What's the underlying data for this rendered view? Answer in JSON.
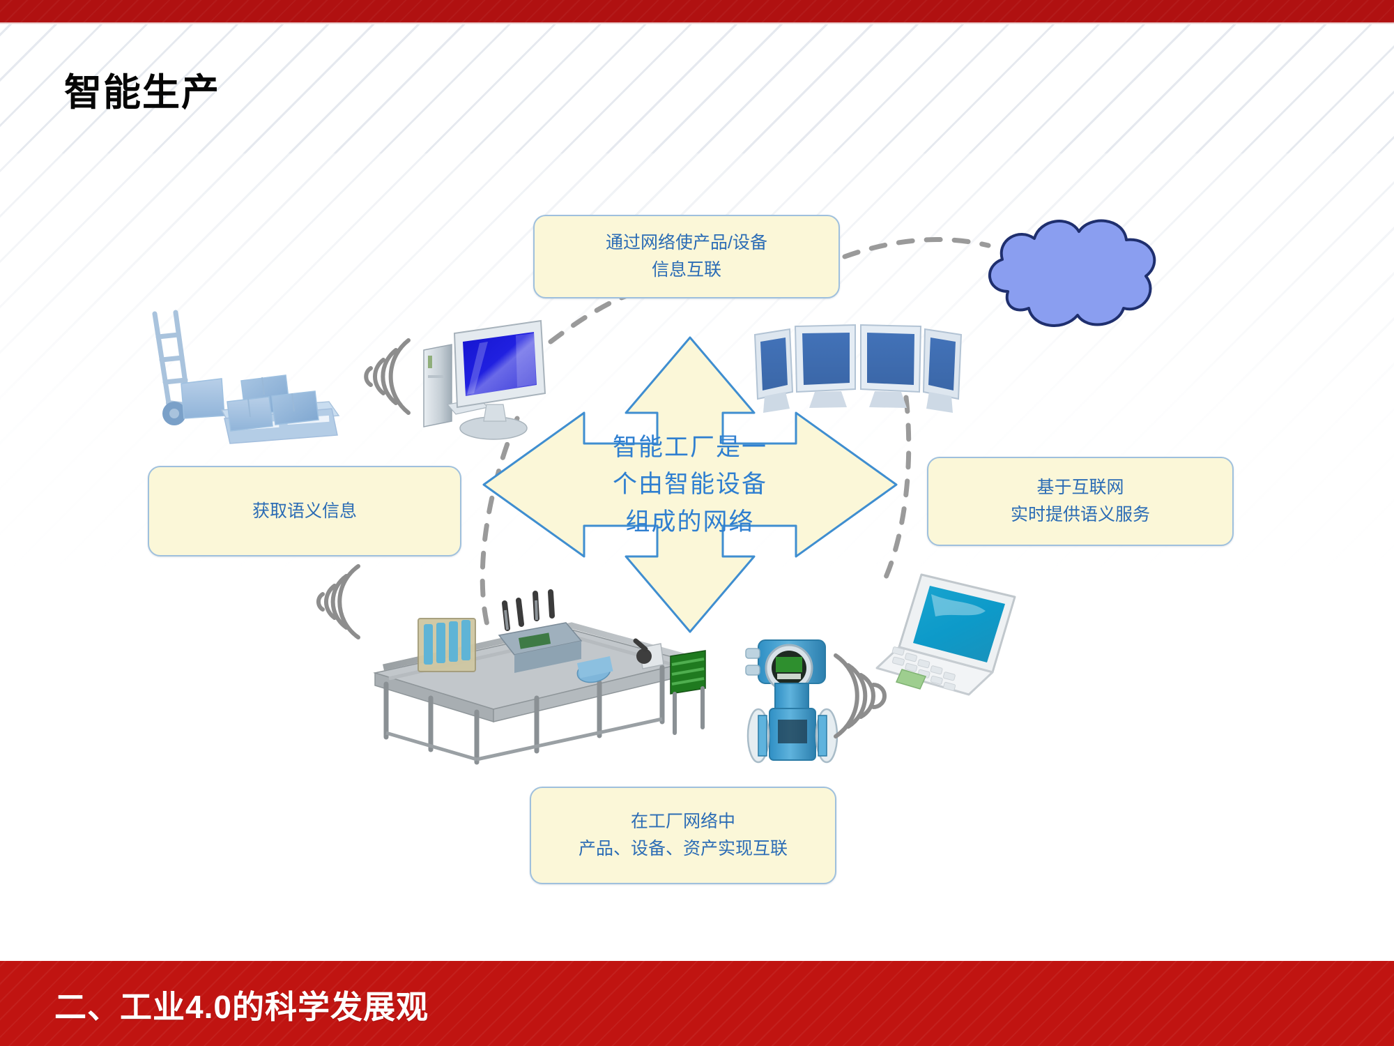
{
  "slide": {
    "title": "智能生产",
    "footer": "二、工业4.0的科学发展观",
    "colors": {
      "top_bar_red": "#b01111",
      "bottom_bar_red": "#c01411",
      "callout_fill": "#fbf7d8",
      "callout_border": "#9fc0dd",
      "callout_text": "#2b6cb5",
      "arrow_fill": "#fbf7d8",
      "arrow_border": "#3f8ed0",
      "arrow_text": "#2f7fd0",
      "cloud_fill": "#8a9ef0",
      "cloud_outline": "#1f2f6e",
      "title_text": "#060606",
      "footer_text": "#ffffff",
      "connector_dash": "#9a9a9a"
    }
  },
  "center": {
    "line1": "智能工厂是一",
    "line2": "个由智能设备",
    "line3": "组成的网络"
  },
  "callouts": {
    "top": {
      "line1": "通过网络使产品/设备",
      "line2": "信息互联"
    },
    "left": {
      "line1": "获取语义信息"
    },
    "right": {
      "line1": "基于互联网",
      "line2": "实时提供语义服务"
    },
    "bottom": {
      "line1": "在工厂网络中",
      "line2": "产品、设备、资产实现互联"
    }
  },
  "illustrations": [
    {
      "name": "pallet-handtruck-boxes"
    },
    {
      "name": "desktop-computer"
    },
    {
      "name": "monitor-array"
    },
    {
      "name": "network-cloud"
    },
    {
      "name": "production-line"
    },
    {
      "name": "flow-meter"
    },
    {
      "name": "laptop"
    }
  ]
}
